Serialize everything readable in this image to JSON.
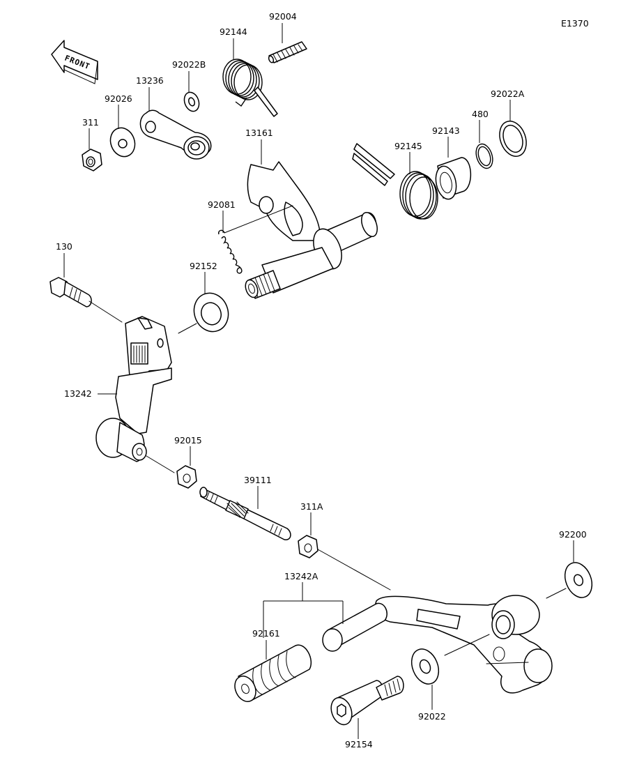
{
  "diagram_code": "E1370",
  "direction_label": "FRONT",
  "parts": {
    "p92004": "92004",
    "p92144": "92144",
    "p92022B": "92022B",
    "p13236": "13236",
    "p92026": "92026",
    "p311": "311",
    "p13161": "13161",
    "p92145": "92145",
    "p92143": "92143",
    "p480": "480",
    "p92022A": "92022A",
    "p92081": "92081",
    "p130": "130",
    "p92152": "92152",
    "p13242": "13242",
    "p92015": "92015",
    "p39111": "39111",
    "p311A": "311A",
    "p92200": "92200",
    "p13242A": "13242A",
    "p92161": "92161",
    "p92022": "92022",
    "p92154": "92154"
  }
}
